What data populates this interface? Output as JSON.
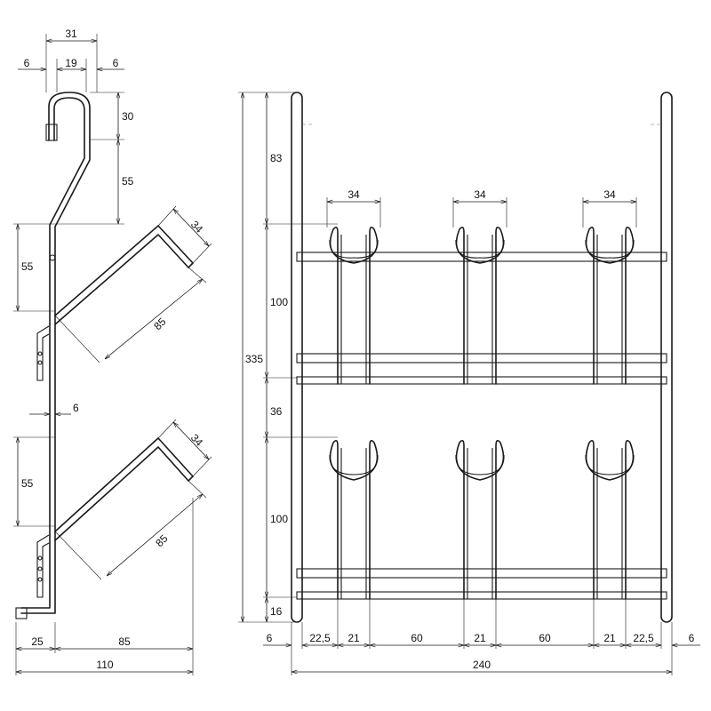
{
  "side_view": {
    "dims": {
      "hook_total_width": "31",
      "hook_left_wall": "6",
      "hook_opening": "19",
      "hook_right_wall": "6",
      "hook_height": "30",
      "hook_drop": "55",
      "upper_shelf_rise": "55",
      "upper_shelf_tip": "34",
      "upper_shelf_length": "85",
      "wire_thickness": "6",
      "lower_shelf_rise": "55",
      "lower_shelf_tip": "34",
      "lower_shelf_length": "85",
      "base_left": "25",
      "base_right": "85",
      "base_total": "110"
    }
  },
  "front_view": {
    "dims": {
      "total_height": "335",
      "top_gap": "83",
      "upper_row_height": "100",
      "row_gap": "36",
      "lower_row_height": "100",
      "bottom_gap": "16",
      "loop_width_1": "34",
      "loop_width_2": "34",
      "loop_width_3": "34",
      "bottom_chain": [
        "6",
        "22,5",
        "21",
        "60",
        "21",
        "60",
        "21",
        "22,5",
        "6"
      ],
      "total_width": "240"
    }
  }
}
